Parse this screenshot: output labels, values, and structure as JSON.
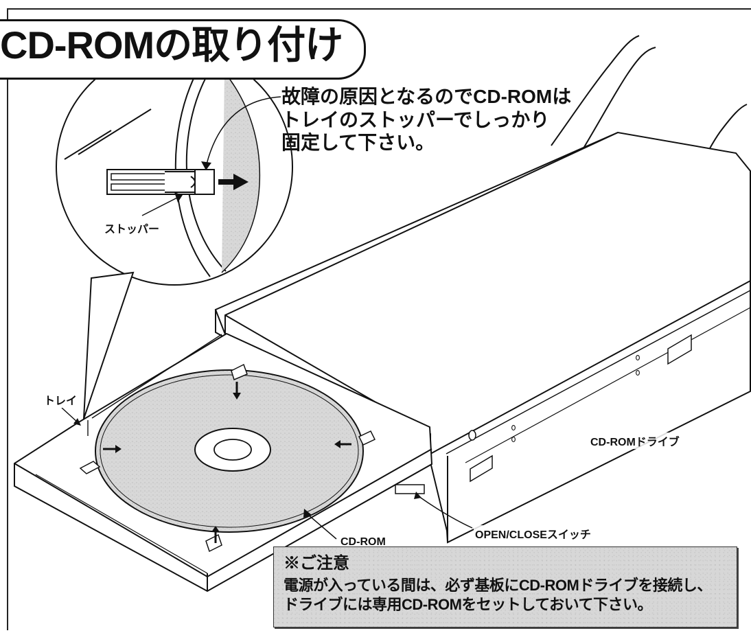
{
  "title": "CD-ROMの取り付け",
  "callout": {
    "lines": [
      "故障の原因となるのでCD-ROMは",
      "トレイのストッパーでしっかり",
      "固定して下さい。"
    ]
  },
  "labels": {
    "stopper": "ストッパー",
    "tray": "トレイ",
    "drive": "CD-ROMドライブ",
    "open_close_switch": "OPEN/CLOSEスイッチ",
    "disc": "CD-ROM"
  },
  "notice": {
    "title": "※ご注意",
    "lines": [
      "電源が入っている間は、必ず基板にCD-ROMドライブを接続し、",
      "ドライブには専用CD-ROMをセットしておいて下さい。"
    ]
  },
  "colors": {
    "line": "#111111",
    "panel": "#d7d7d7",
    "disc_fill": "#d8d8d8",
    "accent": "#111111"
  },
  "icons": {
    "arrow": "arrow-icon"
  }
}
